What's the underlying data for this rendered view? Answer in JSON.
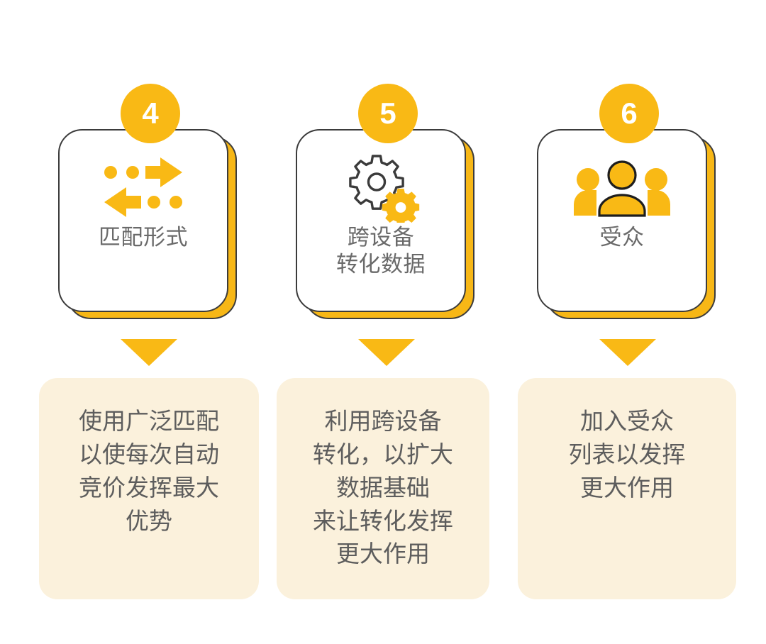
{
  "theme": {
    "accent": "#F9B915",
    "accent_deep": "#F7B716",
    "outline": "#3b3b3b",
    "title_text": "#6a6a6a",
    "body_text": "#5d5d5d",
    "box_bg": "#FBF1DC",
    "page_bg": "#ffffff"
  },
  "steps": [
    {
      "number": "4",
      "icon": "two-way-arrows-icon",
      "title": "匹配形式",
      "description": "使用广泛匹配\n以使每次自动\n竞价发挥最大\n优势"
    },
    {
      "number": "5",
      "icon": "gears-icon",
      "title": "跨设备\n转化数据",
      "description": "利用跨设备\n转化，以扩大\n数据基础\n来让转化发挥\n更大作用"
    },
    {
      "number": "6",
      "icon": "audience-people-icon",
      "title": "受众",
      "description": "加入受众\n列表以发挥\n更大作用"
    }
  ]
}
